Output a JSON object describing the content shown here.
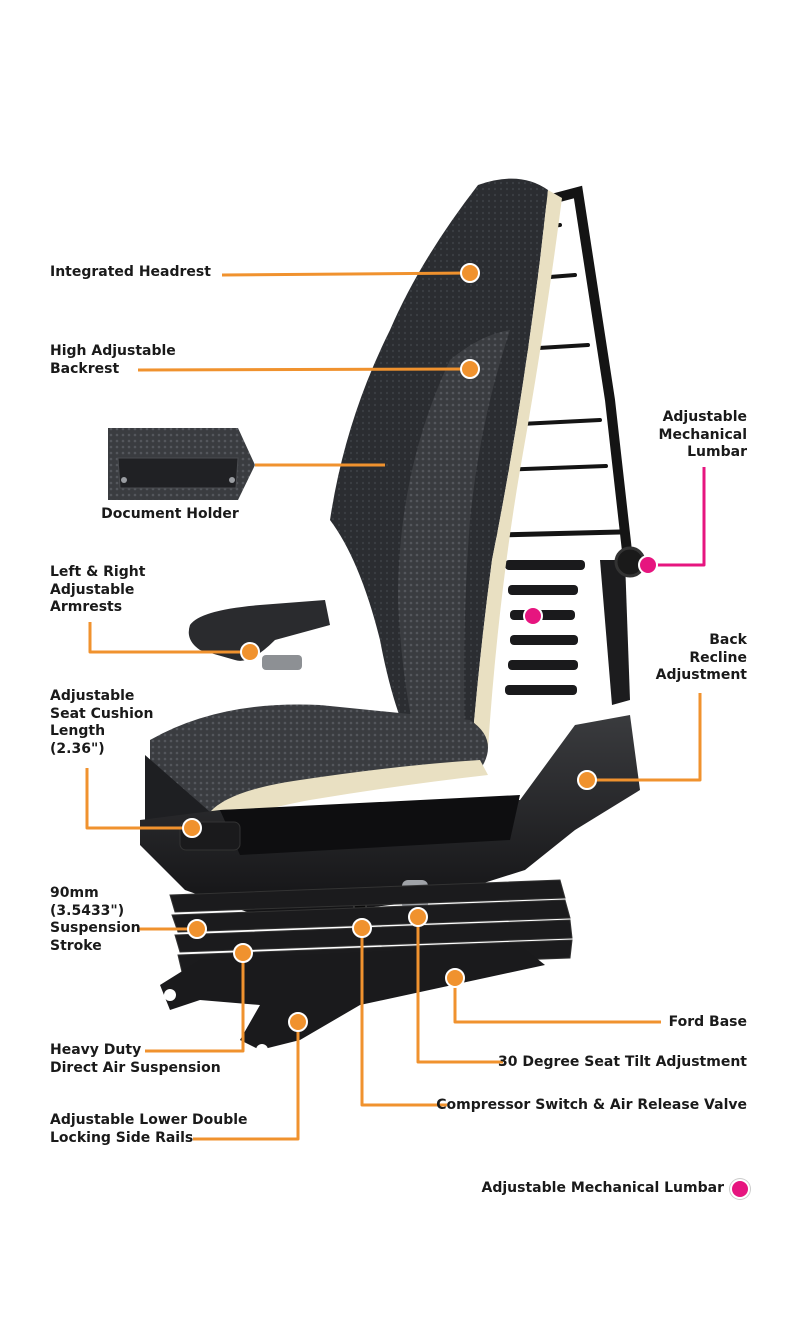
{
  "colors": {
    "accent_orange": "#f0922e",
    "accent_pink": "#e6157f",
    "seat_dark": "#232427",
    "foam": "#e9e0c2"
  },
  "labels": {
    "integrated_headrest": "Integrated Headrest",
    "high_adjustable_backrest": "High Adjustable\nBackrest",
    "document_holder": "Document Holder",
    "armrests": "Left & Right\nAdjustable\nArmrests",
    "seat_cushion_length": "Adjustable\nSeat Cushion\nLength\n(2.36\")",
    "suspension_stroke": "90mm\n(3.5433\")\nSuspension\nStroke",
    "heavy_duty_suspension": "Heavy Duty\nDirect Air Suspension",
    "lower_side_rails": "Adjustable Lower Double\nLocking Side Rails",
    "mechanical_lumbar": "Adjustable\nMechanical\nLumbar",
    "back_recline": "Back\nRecline\nAdjustment",
    "ford_base": "Ford Base",
    "seat_tilt": "30 Degree Seat Tilt Adjustment",
    "compressor_switch": "Compressor Switch & Air Release Valve"
  },
  "legend": {
    "text": "Adjustable Mechanical Lumbar",
    "icon": "pink-dot-icon"
  }
}
